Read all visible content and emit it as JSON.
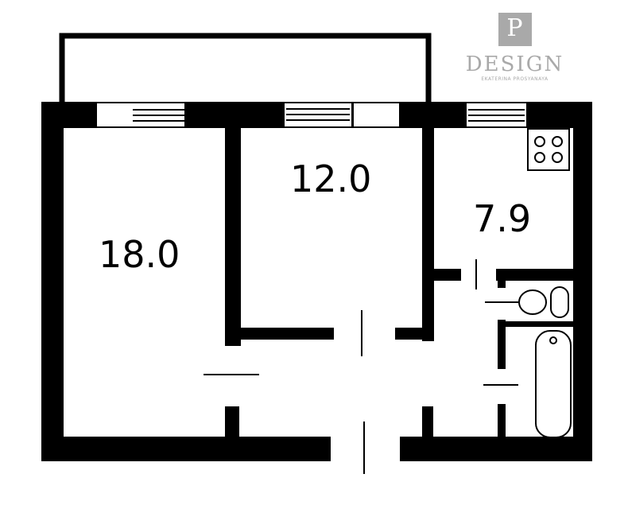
{
  "plan": {
    "rooms": [
      {
        "id": "room-left",
        "area_label": "18.0"
      },
      {
        "id": "room-middle",
        "area_label": "12.0"
      },
      {
        "id": "kitchen",
        "area_label": "7.9"
      }
    ]
  },
  "brand": {
    "initial": "P",
    "name": "DESIGN",
    "subtitle": "EKATERINA PROSYANAYA"
  },
  "colors": {
    "wall": "#000000",
    "background": "#ffffff",
    "logo_gray": "#a9a9a9"
  }
}
